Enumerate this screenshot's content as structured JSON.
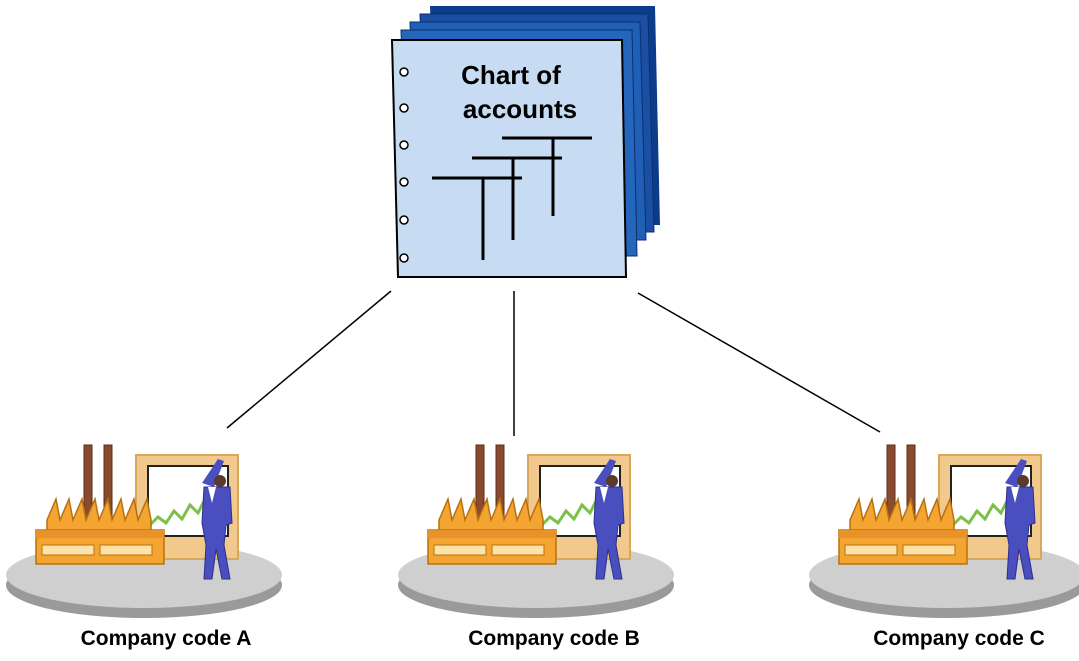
{
  "chart_of_accounts": {
    "title_line1": "Chart of",
    "title_line2": "accounts"
  },
  "companies": [
    {
      "label": "Company code A"
    },
    {
      "label": "Company code B"
    },
    {
      "label": "Company code C"
    }
  ],
  "colors": {
    "book_cover_dark": "#0d3d8a",
    "book_cover_mid": "#1f5fb5",
    "book_page": "#c7dcf3",
    "factory": "#f4a531",
    "factory_dark": "#c87a12",
    "chimney": "#8a4a30",
    "board_frame": "#f0c98a",
    "chart_line": "#7cc04a",
    "person": "#4a4fbf",
    "platform": "#c8c8c8",
    "platform_shadow": "#9a9a9a",
    "connector": "#000000"
  }
}
